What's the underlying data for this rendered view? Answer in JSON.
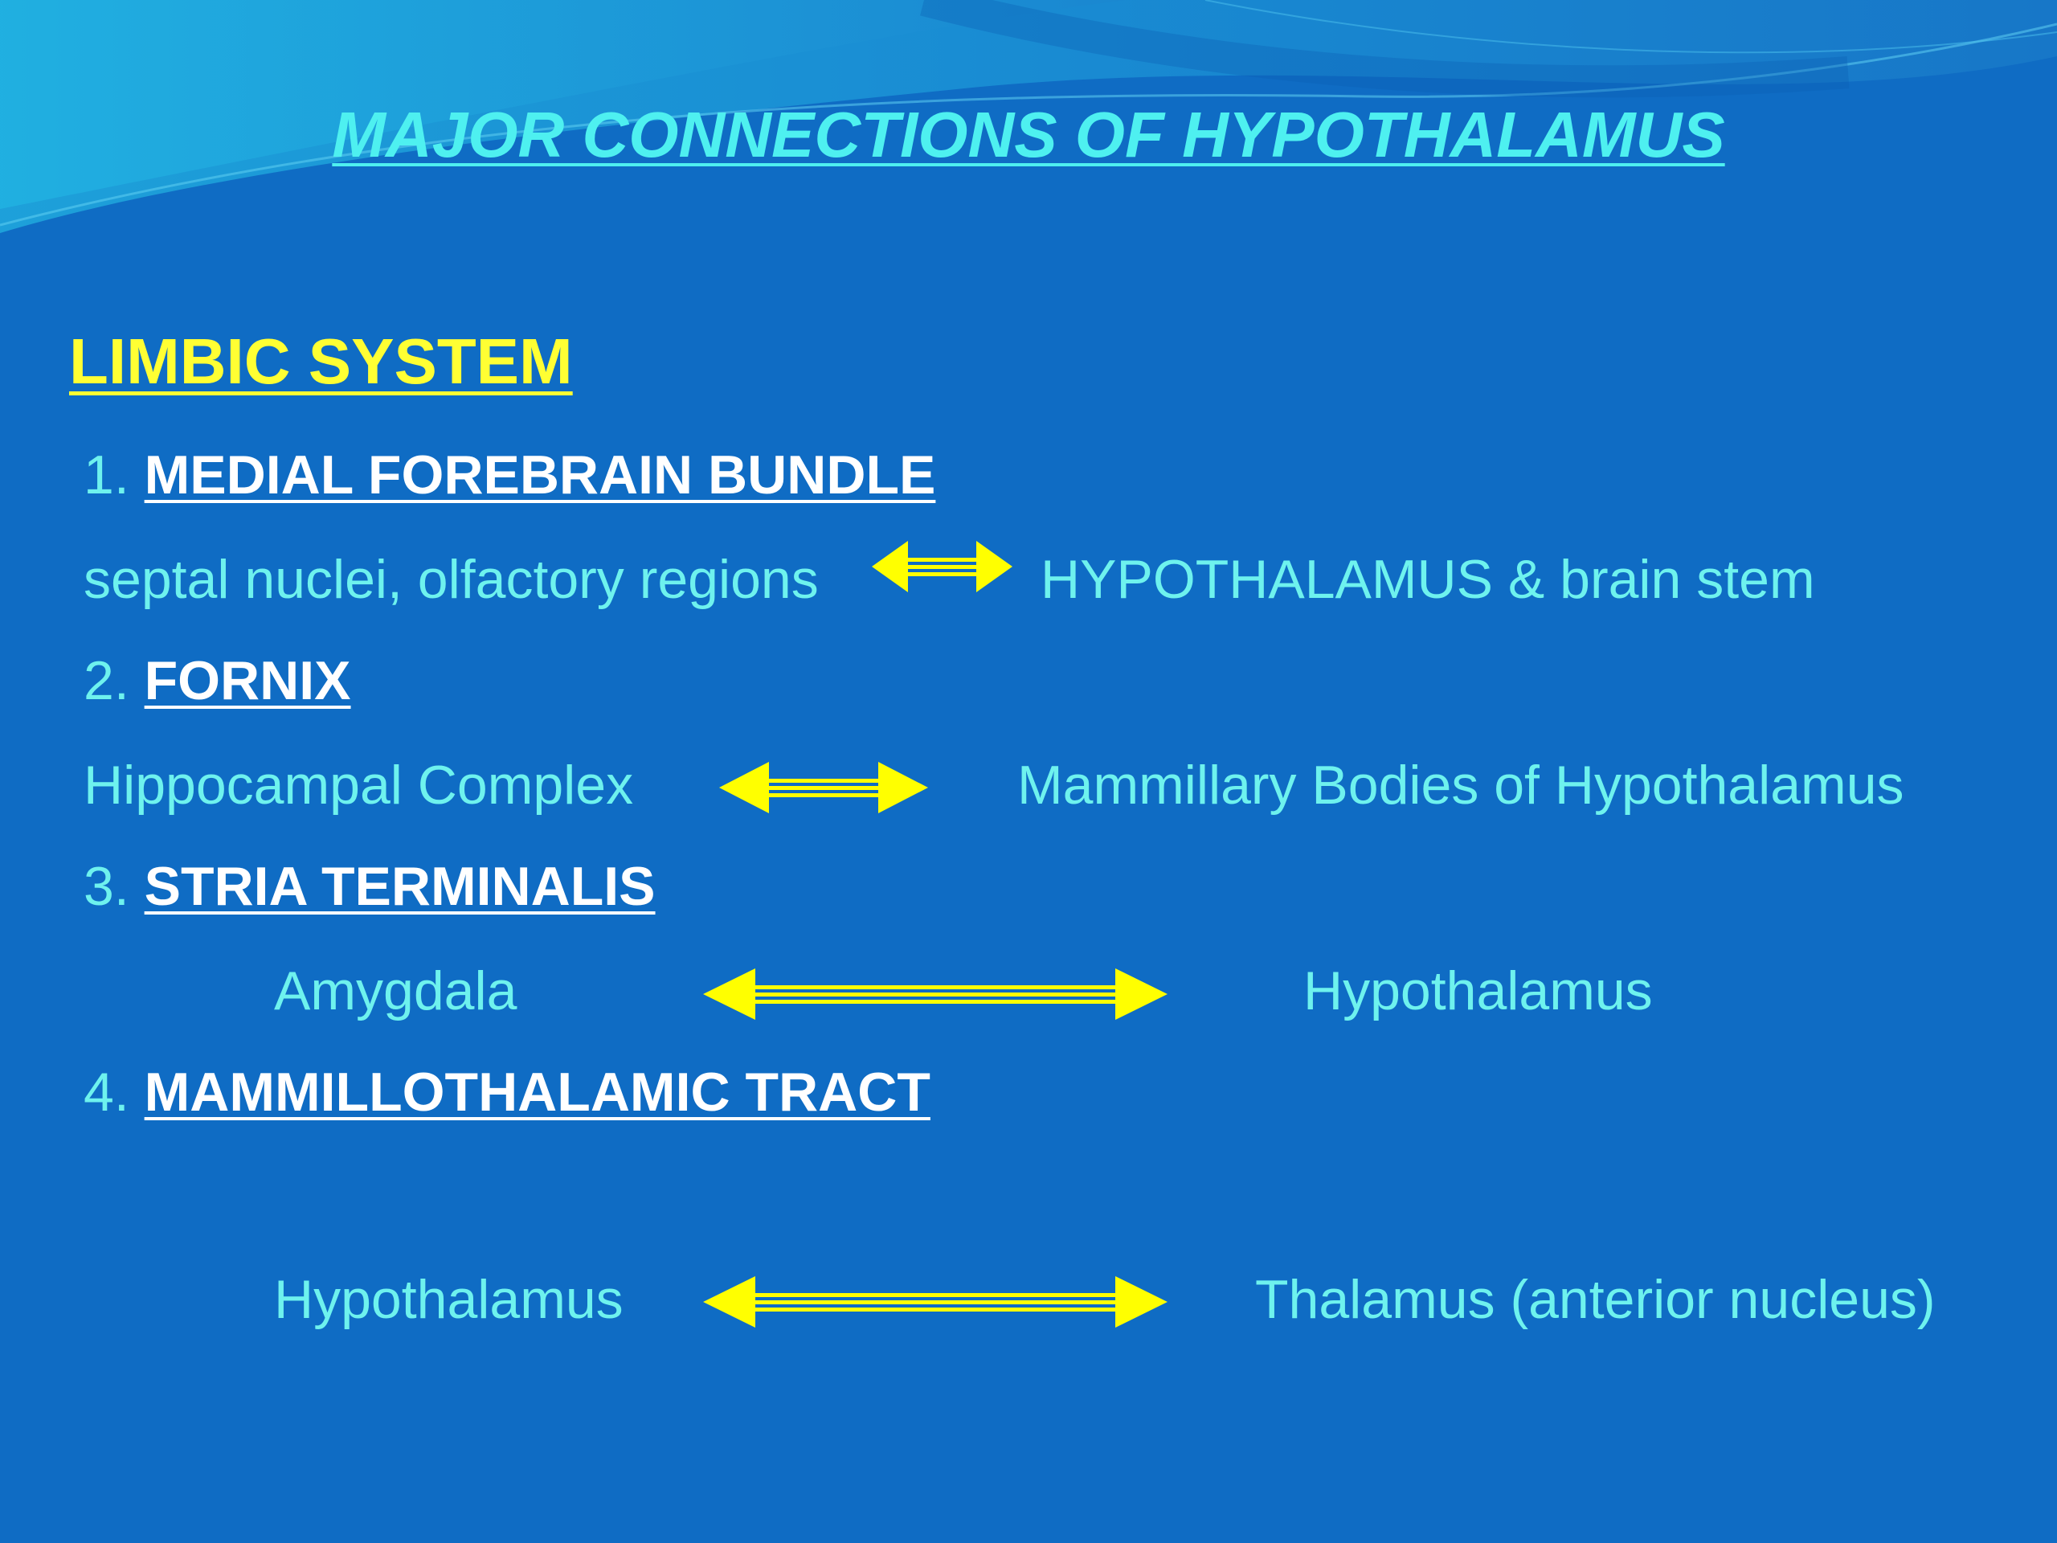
{
  "slide": {
    "title": "MAJOR CONNECTIONS OF HYPOTHALAMUS",
    "section_heading": "LIMBIC SYSTEM",
    "colors": {
      "background": "#0f6cc4",
      "title": "#4ef0f0",
      "heading": "#ffff33",
      "body_text": "#6ef2ee",
      "item_title": "#ffffff",
      "arrow": "#ffff00"
    },
    "items": [
      {
        "number": "1.",
        "name": "MEDIAL FOREBRAIN BUNDLE",
        "left": "septal nuclei, olfactory regions",
        "right": "HYPOTHALAMUS & brain stem",
        "arrow_icon": "double-headed-arrow-icon"
      },
      {
        "number": "2.",
        "name": "FORNIX",
        "left": "Hippocampal Complex",
        "right": "Mammillary Bodies of Hypothalamus",
        "arrow_icon": "double-headed-arrow-icon"
      },
      {
        "number": "3.",
        "name": "STRIA TERMINALIS",
        "left": "Amygdala",
        "right": "Hypothalamus",
        "arrow_icon": "double-headed-arrow-icon"
      },
      {
        "number": "4.",
        "name": "MAMMILLOTHALAMIC TRACT",
        "left": "Hypothalamus",
        "right": "Thalamus (anterior nucleus)",
        "arrow_icon": "double-headed-arrow-icon"
      }
    ]
  }
}
